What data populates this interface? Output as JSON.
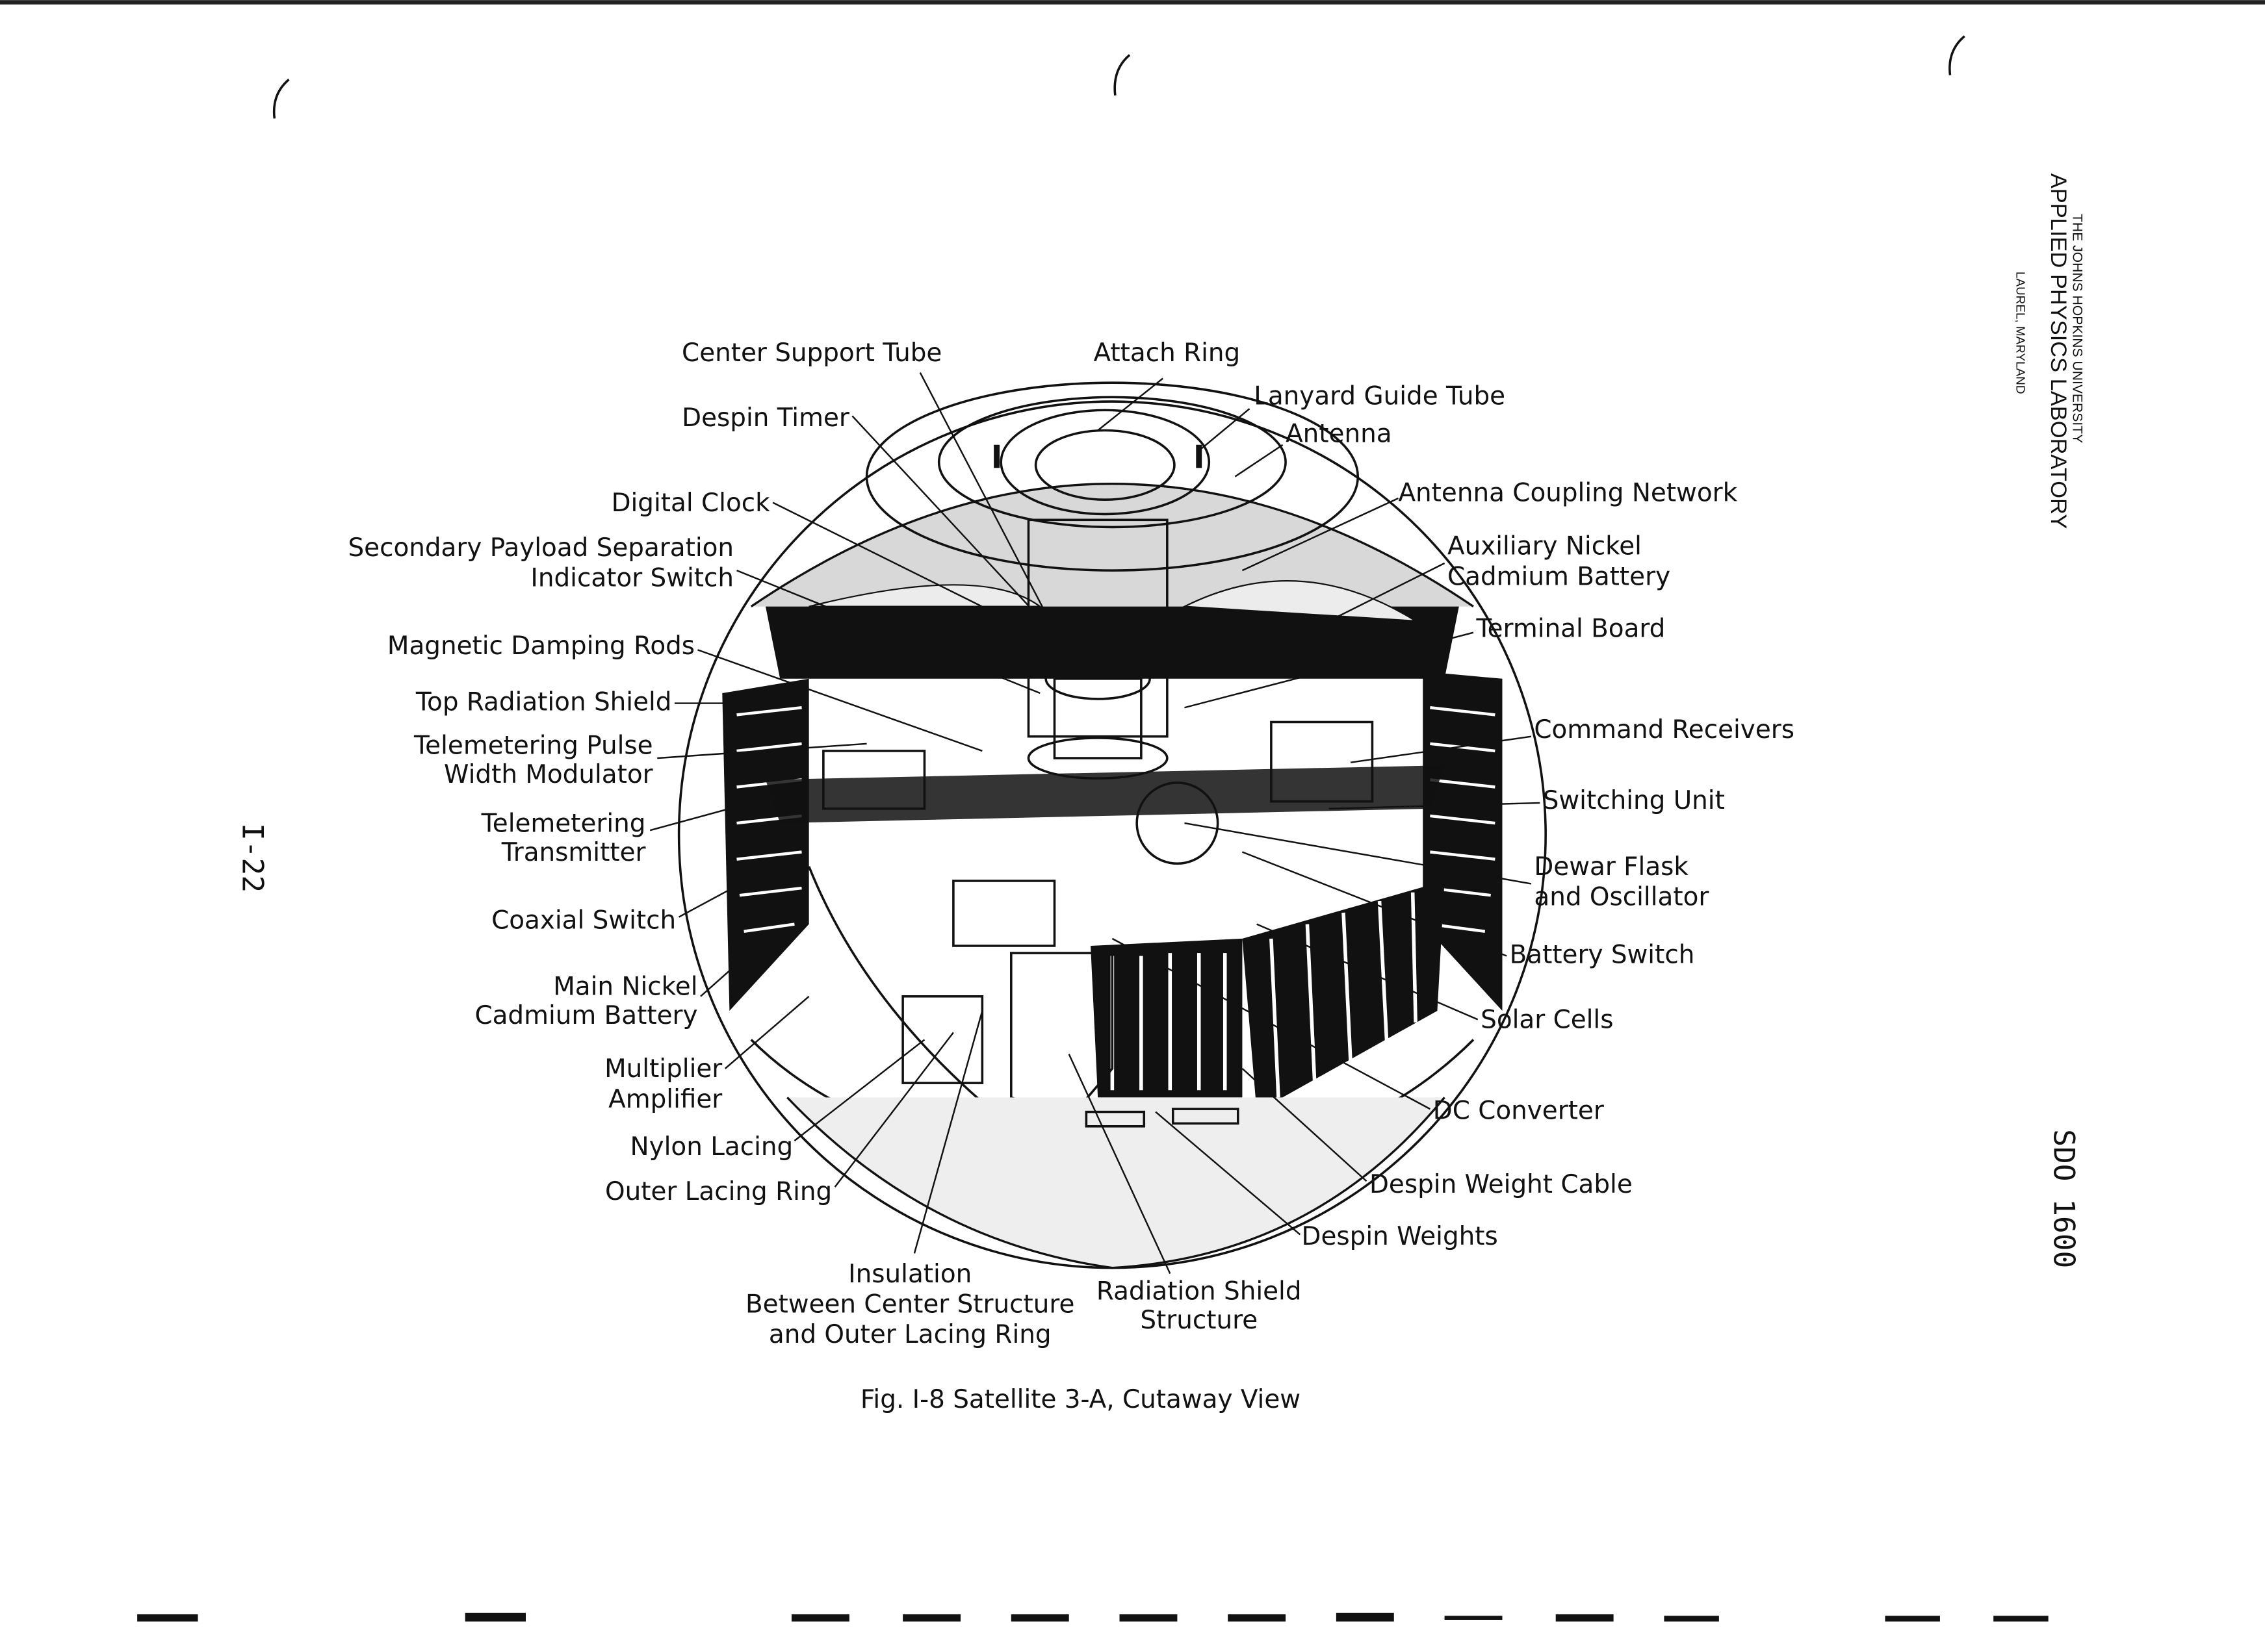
{
  "header": {
    "line1": "THE JOHNS HOPKINS UNIVERSITY",
    "line2": "APPLIED PHYSICS LABORATORY",
    "line3": "LAUREL, MARYLAND"
  },
  "page_number": "I-22",
  "document_id": "SDO 1600",
  "caption": "Fig. I-8  Satellite 3-A, Cutaway View",
  "labels": {
    "center_support_tube": "Center Support Tube",
    "attach_ring": "Attach Ring",
    "lanyard_guide_tube": "Lanyard Guide Tube",
    "antenna": "Antenna",
    "antenna_coupling_network": "Antenna Coupling Network",
    "aux_battery_1": "Auxiliary Nickel",
    "aux_battery_2": "Cadmium Battery",
    "terminal_board": "Terminal Board",
    "command_receivers": "Command Receivers",
    "switching_unit": "Switching Unit",
    "dewar_1": "Dewar Flask",
    "dewar_2": "and Oscillator",
    "battery_switch": "Battery Switch",
    "solar_cells": "Solar Cells",
    "dc_converter": "DC Converter",
    "despin_weight_cable": "Despin Weight Cable",
    "despin_weights": "Despin Weights",
    "radiation_shield_1": "Radiation Shield",
    "radiation_shield_2": "Structure",
    "insulation_1": "Insulation",
    "insulation_2": "Between Center Structure",
    "insulation_3": "and Outer Lacing Ring",
    "outer_lacing_ring": "Outer Lacing Ring",
    "nylon_lacing": "Nylon Lacing",
    "multiplier_1": "Multiplier",
    "multiplier_2": "Amplifier",
    "main_battery_1": "Main Nickel",
    "main_battery_2": "Cadmium Battery",
    "coaxial_switch": "Coaxial Switch",
    "telemetering_tx_1": "Telemetering",
    "telemetering_tx_2": "Transmitter",
    "pwm_1": "Telemetering Pulse",
    "pwm_2": "Width Modulator",
    "top_radiation_shield": "Top Radiation Shield",
    "magnetic_damping_rods": "Magnetic Damping Rods",
    "secondary_payload_1": "Secondary Payload Separation",
    "secondary_payload_2": "Indicator Switch",
    "digital_clock": "Digital Clock",
    "despin_timer": "Despin Timer"
  }
}
